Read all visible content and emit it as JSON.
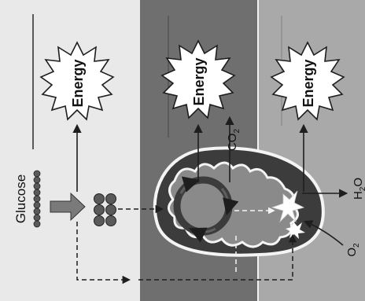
{
  "labels": {
    "glucose": "Glucose",
    "energy_1": "Energy",
    "energy_2": "Energy",
    "energy_3": "Energy",
    "co2": "CO",
    "co2_sub": "2",
    "h2o_h": "H",
    "h2o_sub": "2",
    "h2o_o": "O",
    "o2": "O",
    "o2_sub": "2"
  },
  "colors": {
    "background": "#e9e9e9",
    "middle_panel": "#6f6f6f",
    "right_panel": "#a9a9a9",
    "mitochondrion_outer": "#3c3c3c",
    "mitochondrion_inner": "#8a8a8a",
    "membrane": "#f4f4f4",
    "glucose_bead": "#5a5a5a",
    "burst": "#ffffff",
    "ink": "#1e1e1e"
  }
}
